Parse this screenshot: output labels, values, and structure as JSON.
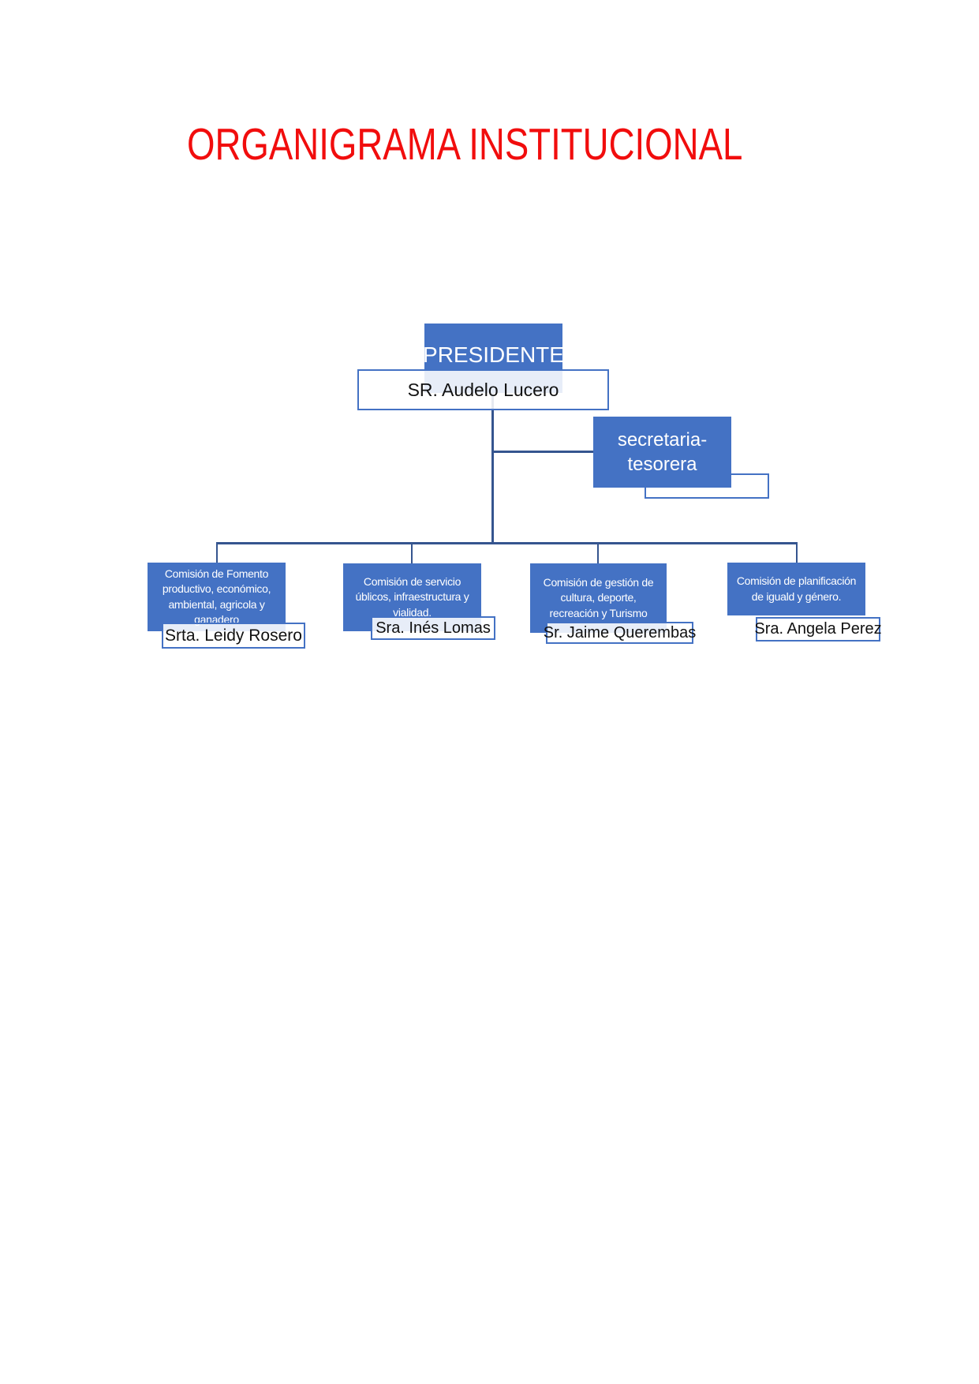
{
  "page": {
    "title": "ORGANIGRAMA INSTITUCIONAL"
  },
  "colors": {
    "title_red": "#f10d0d",
    "box_blue": "#4472C4",
    "connector_blue": "#35558F",
    "name_box_border": "#4472C4",
    "name_text": "#111111",
    "box_text": "#ffffff"
  },
  "org_chart": {
    "president": {
      "role": "PRESIDENTE",
      "name": "SR. Audelo Lucero"
    },
    "secretary": {
      "role": "secretaria-\ntesorera",
      "name": ""
    },
    "commissions": [
      {
        "role": "Comisión de Fomento\nproductivo, económico,\nambiental, agricola y\nganadero",
        "name": "Srta. Leidy Rosero"
      },
      {
        "role": "Comisión de servicio\núblicos, infraestructura y\nvialidad.",
        "name": "Sra. Inés Lomas"
      },
      {
        "role": "Comisión de gestión de\ncultura, deporte,\nrecreación y Turismo",
        "name": "Sr. Jaime Querembas"
      },
      {
        "role": "Comisión de planificación\nde iguald y género.",
        "name": "Sra. Angela Perez"
      }
    ]
  }
}
